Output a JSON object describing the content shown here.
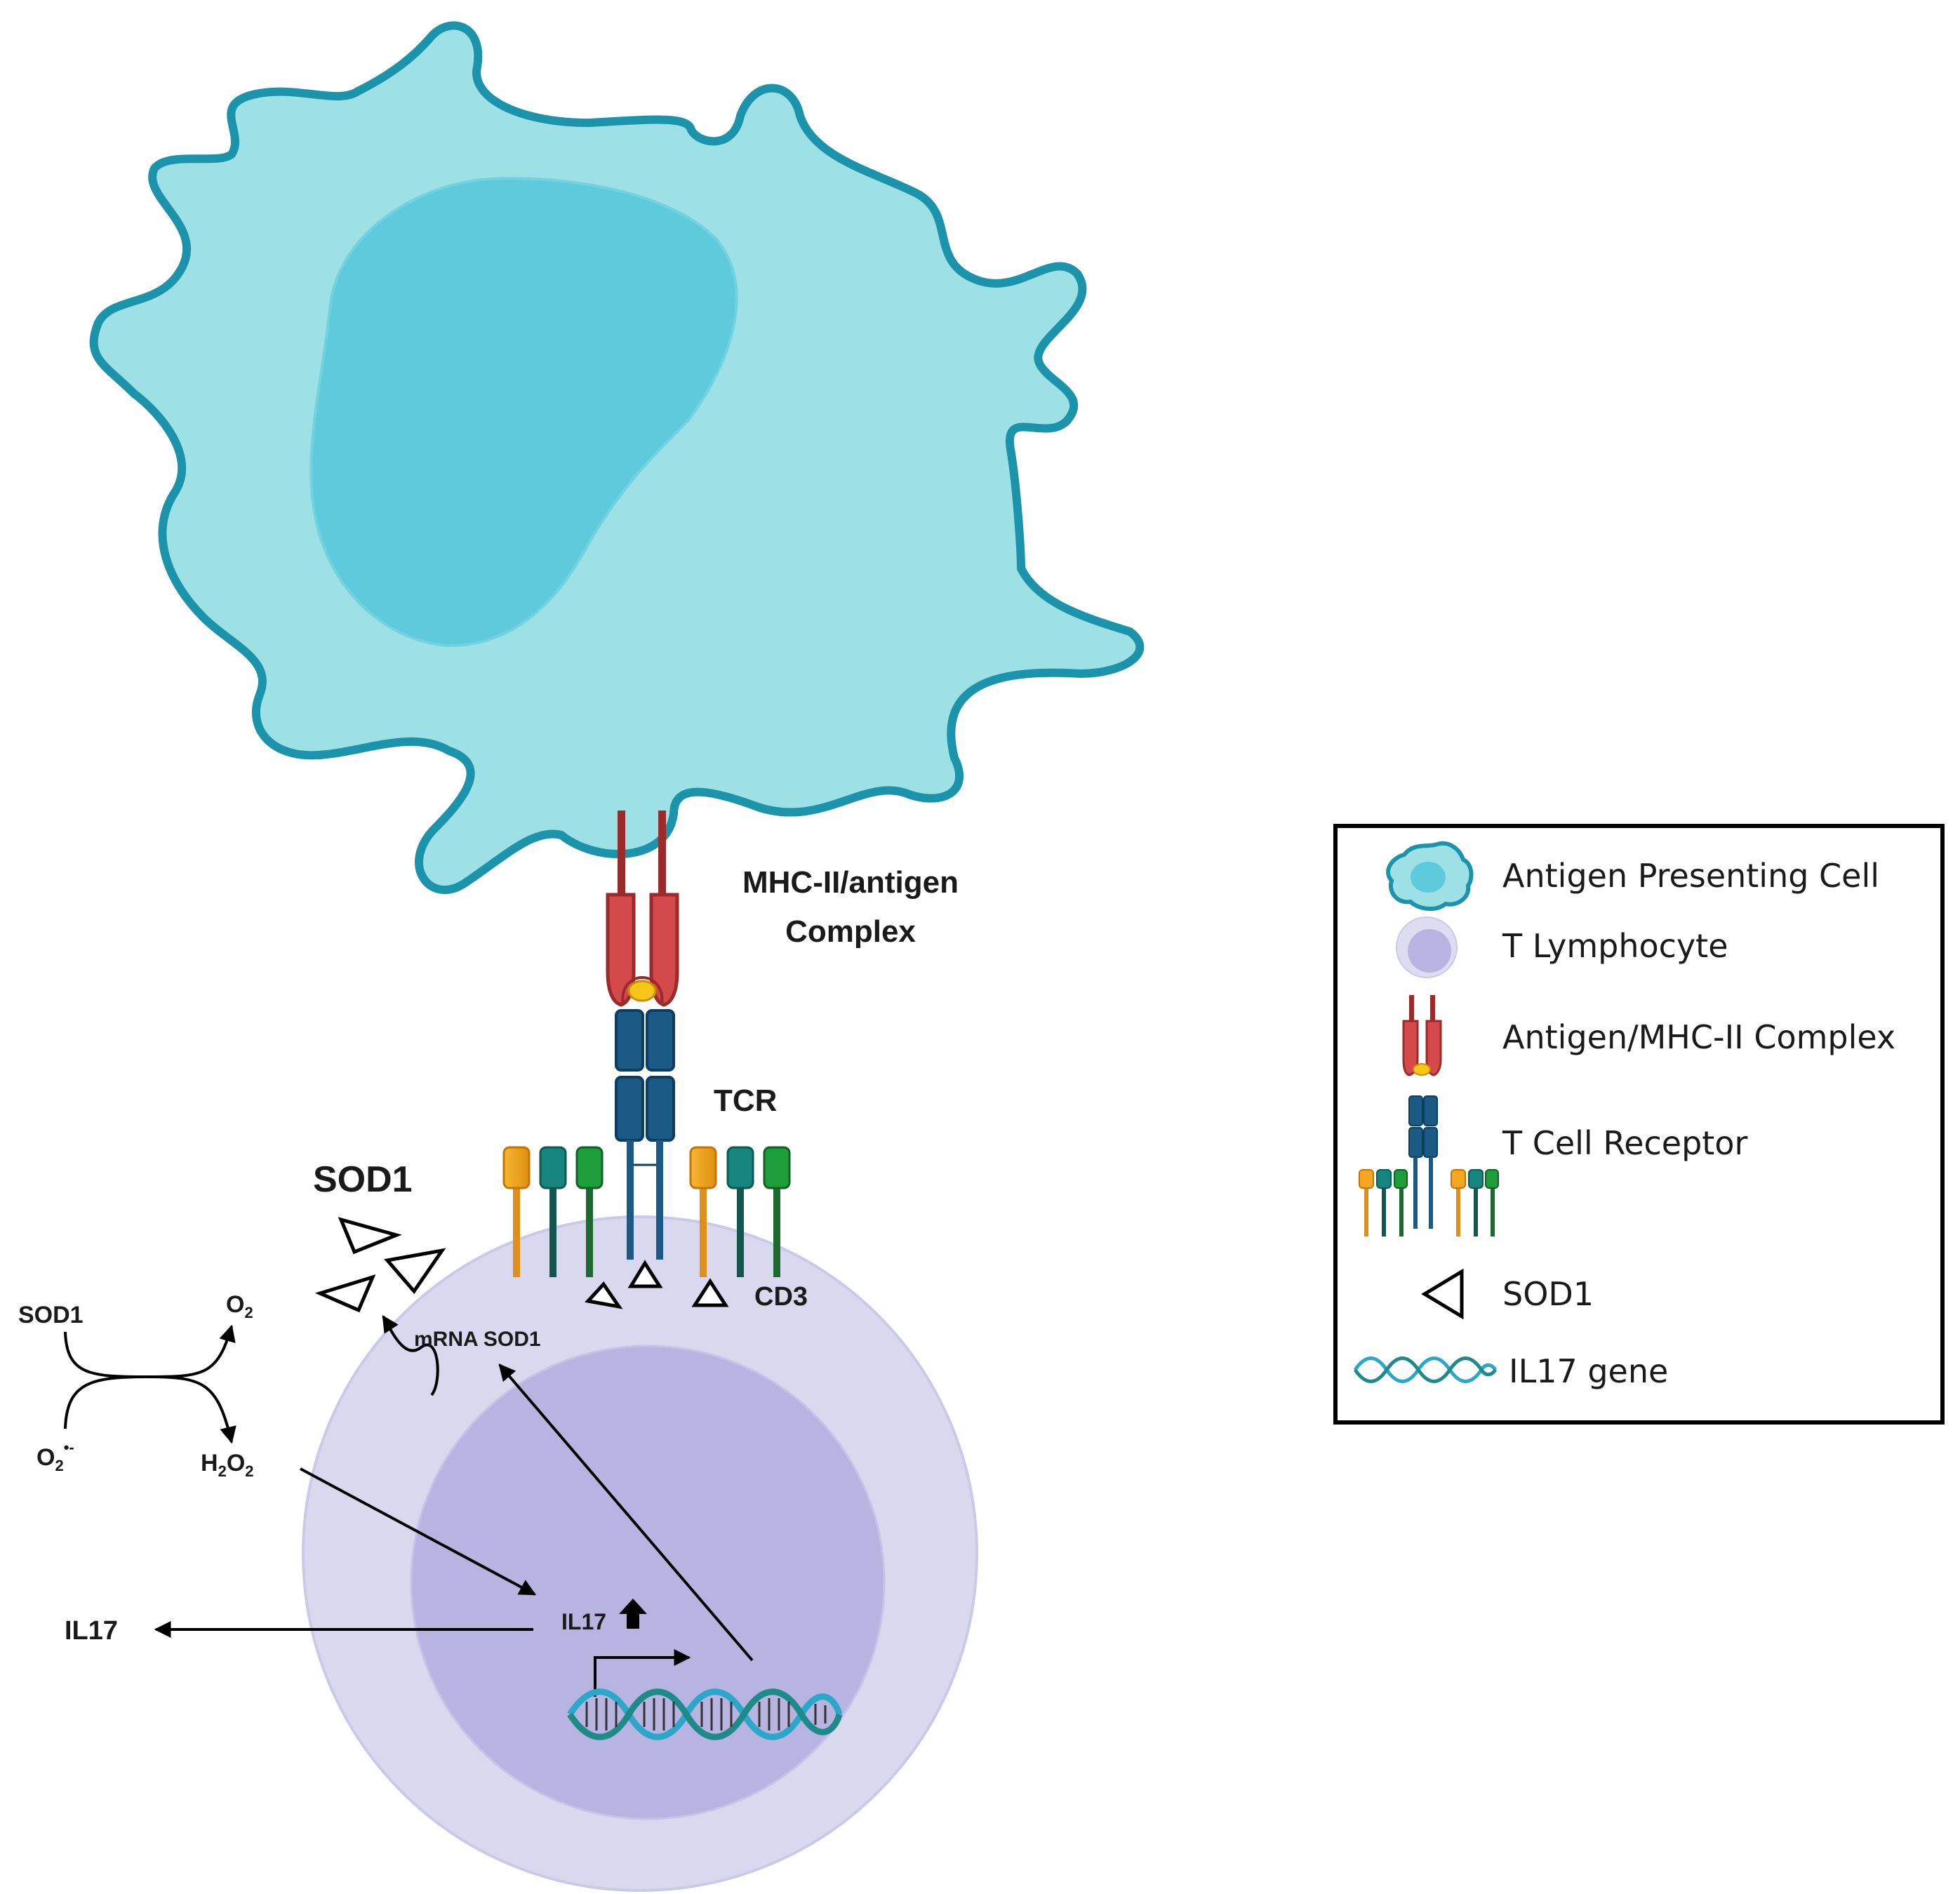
{
  "labels": {
    "mhc_line1": "MHC-II/antigen",
    "mhc_line2": "Complex",
    "tcr": "TCR",
    "cd3": "CD3",
    "sod1_big": "SOD1",
    "mrna_sod1": "mRNA SOD1",
    "rxn_sod1": "SOD1",
    "rxn_o2": "O",
    "rxn_o2_sub": "2",
    "rxn_sup": "O",
    "rxn_sup_sub": "2",
    "rxn_sup_sup": "•-",
    "rxn_h": "H",
    "rxn_h_sub": "2",
    "rxn_h_o": "O",
    "rxn_h_o_sub": "2",
    "il17_inside": "IL17",
    "il17_outside": "IL17"
  },
  "legend": {
    "items": [
      {
        "label": "Antigen Presenting Cell",
        "icon": "antigen-presenting-cell-icon"
      },
      {
        "label": "T  Lymphocyte",
        "icon": "t-lymphocyte-icon"
      },
      {
        "label": "Antigen/MHC-II Complex",
        "icon": "mhc-complex-icon"
      },
      {
        "label": "T Cell Receptor",
        "icon": "tcr-icon"
      },
      {
        "label": "SOD1",
        "icon": "sod1-triangle-icon"
      },
      {
        "label": "IL17 gene",
        "icon": "dna-helix-icon"
      }
    ]
  },
  "colors": {
    "apc_fill": "#9de0e6",
    "apc_stroke": "#1b93ab",
    "apc_nucleus": "#5ecadb",
    "tcell_outer": "#d9d8ee",
    "tcell_inner": "#b8b4e2",
    "mhc_red": "#d44a4a",
    "mhc_dark": "#9b2a2a",
    "antigen": "#f5c518",
    "tcr_blue": "#1c5a86",
    "cd3_orange": "#f5a623",
    "cd3_teal": "#16857d",
    "cd3_green": "#1e9e3a"
  }
}
